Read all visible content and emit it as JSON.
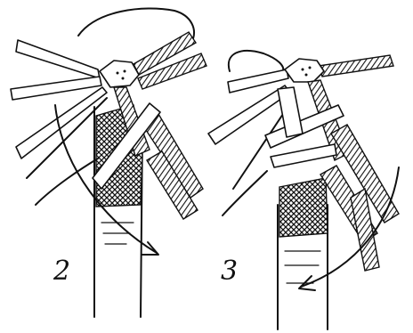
{
  "figure": {
    "panels": [
      {
        "id": "panel-2",
        "label": "2"
      },
      {
        "id": "panel-3",
        "label": "3"
      }
    ]
  }
}
